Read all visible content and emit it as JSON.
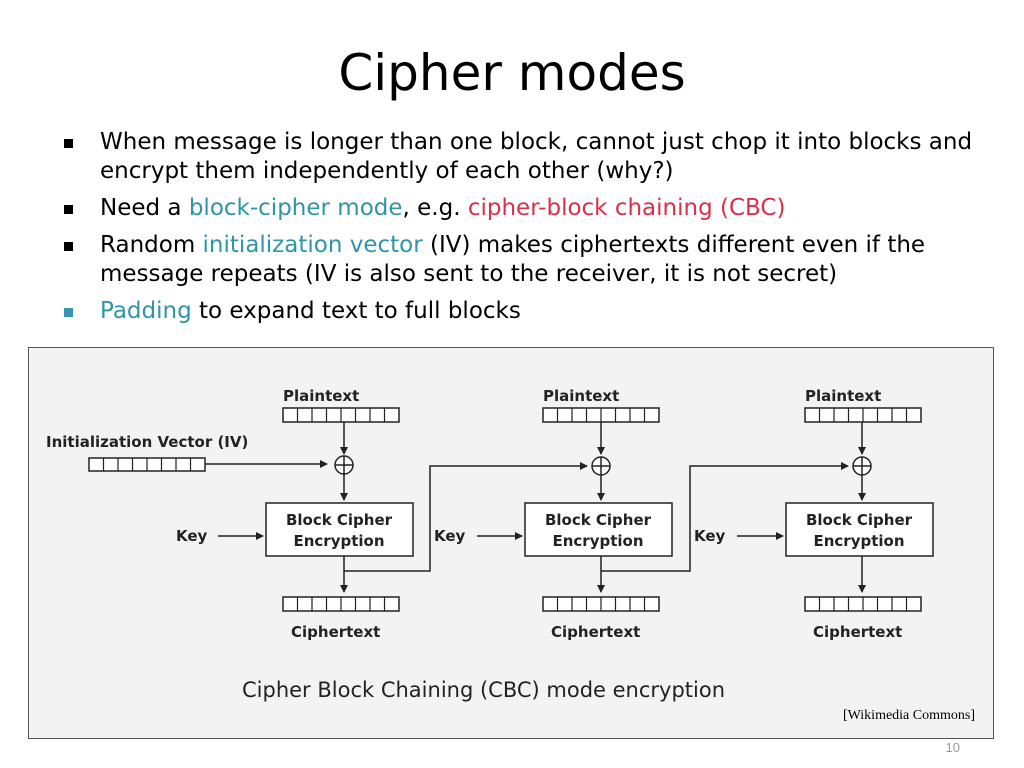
{
  "slide": {
    "title": "Cipher modes",
    "page_number": "10"
  },
  "bullets": [
    {
      "parts": [
        "When message is longer than one block, cannot just chop it into blocks and encrypt them independently of each other (why?)"
      ]
    },
    {
      "parts": [
        "Need a ",
        "block-cipher mode",
        ", e.g. ",
        "cipher-block chaining (CBC)"
      ]
    },
    {
      "parts": [
        "Random ",
        "initialization vector",
        " (IV) makes ciphertexts different even if the message repeats (IV is also sent to the receiver, it is not secret)"
      ]
    },
    {
      "parts": [
        "Padding",
        " to expand text to full blocks"
      ]
    }
  ],
  "figure": {
    "iv_label": "Initialization Vector (IV)",
    "plaintext_label": "Plaintext",
    "ciphertext_label": "Ciphertext",
    "key_label": "Key",
    "cipher_line1": "Block Cipher",
    "cipher_line2": "Encryption",
    "caption": "Cipher Block Chaining (CBC) mode encryption",
    "credit": "[Wikimedia Commons]"
  },
  "colors": {
    "teal": "#2f95a6",
    "red": "#d9304a"
  }
}
